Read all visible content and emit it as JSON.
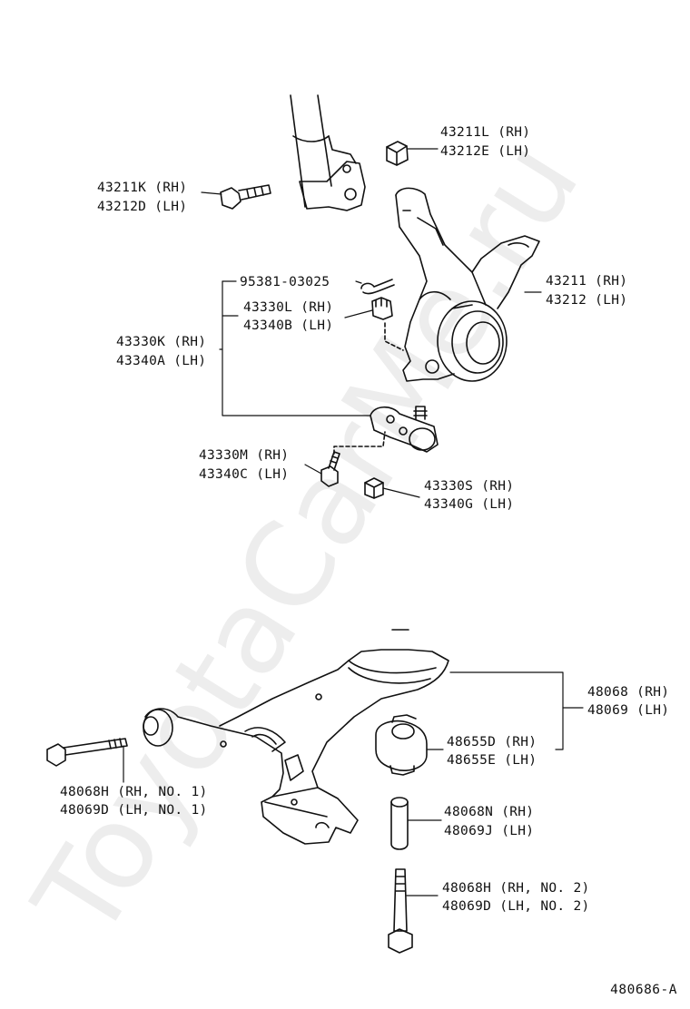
{
  "watermark": "ToyotaCarMe.ru",
  "diagram_code": "480686-A",
  "labels": {
    "upper_nut": [
      "43211L (RH)",
      "43212E (LH)"
    ],
    "strut_bolt": [
      "43211K (RH)",
      "43212D (LH)"
    ],
    "cotter_pin": "95381-03025",
    "knuckle": [
      "43211 (RH)",
      "43212 (LH)"
    ],
    "castle_nut": [
      "43330L (RH)",
      "43340B (LH)"
    ],
    "ball_joint_assy": [
      "43330K (RH)",
      "43340A (LH)"
    ],
    "ball_joint_bolt": [
      "43330M (RH)",
      "43340C (LH)"
    ],
    "ball_joint_nut": [
      "43330S (RH)",
      "43340G (LH)"
    ],
    "lower_arm": [
      "48068 (RH)",
      "48069 (LH)"
    ],
    "bushing": [
      "48655D (RH)",
      "48655E (LH)"
    ],
    "arm_bolt_no1": [
      "48068H (RH, NO. 1)",
      "48069D (LH, NO. 1)"
    ],
    "collar": [
      "48068N (RH)",
      "48069J (LH)"
    ],
    "arm_bolt_no2": [
      "48068H (RH, NO. 2)",
      "48069D (LH, NO. 2)"
    ]
  }
}
